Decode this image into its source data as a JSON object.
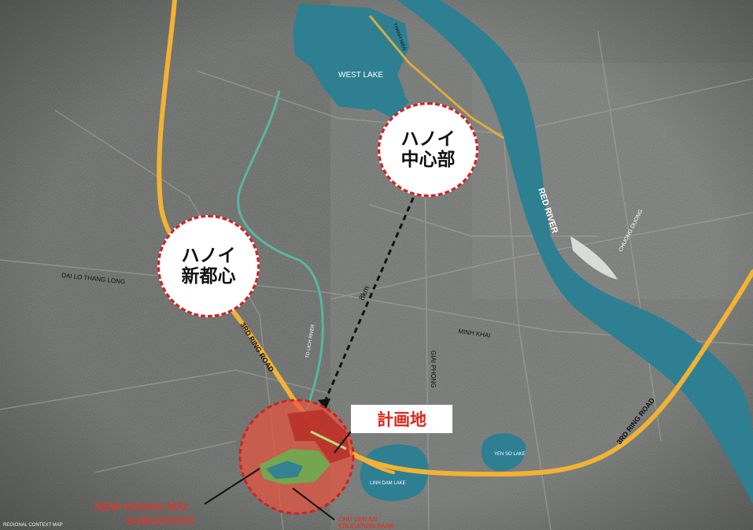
{
  "water_labels": {
    "west_lake": "WEST LAKE",
    "red_river": "RED RIVER",
    "yen_so_lake": "YEN SO LAKE",
    "linh_dam_lake": "LINH DAM LAKE"
  },
  "road_labels": {
    "dai_lo_thang_long": "DAI LO THANG LONG",
    "third_ring_road_west": "3RD RING ROAD",
    "third_ring_road_east": "3RD RING ROAD",
    "minh_khai": "MINH KHAI",
    "giai_phong": "GIAI PHONG",
    "to_lich_river": "TO LICH RIVER",
    "bridge": "CHUONG DUONG",
    "north_road": "THANH NIEN"
  },
  "callouts": {
    "new_center": {
      "line1": "ハノイ",
      "line2": "新都心"
    },
    "city_center": {
      "line1": "ハノイ",
      "line2": "中心部"
    }
  },
  "plan_site_label": "計画地",
  "distance_label": "8km",
  "subcenter_label": {
    "line1": "NEW HOANG MAI",
    "line2": "SUBCENTER"
  },
  "park_label": {
    "line1": "CHU VAN AN",
    "line2": "EDUCATION PARK"
  },
  "footer_label": "REGIONAL CONTEXT MAP",
  "colors": {
    "road": "#f2b233",
    "water": "#2e7f92",
    "accent": "#d42020",
    "site_overlay": "#e8553f"
  }
}
